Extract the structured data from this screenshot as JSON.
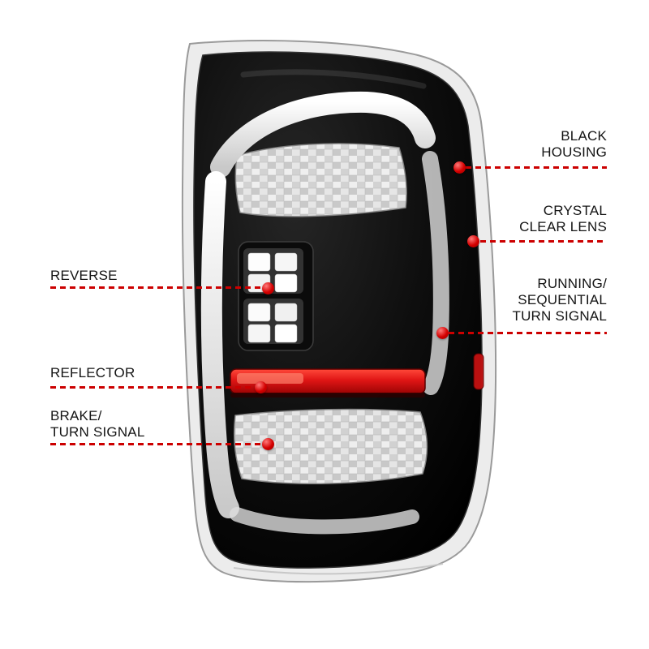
{
  "colors": {
    "callout_red": "#cc0000",
    "dot_red": "#d40000",
    "housing_black": "#0a0a0a",
    "reflector_red": "#d81414"
  },
  "product": {
    "name": "tail-light-assembly"
  },
  "callouts": {
    "left": [
      {
        "id": "reverse",
        "lines": [
          "REVERSE"
        ]
      },
      {
        "id": "reflector",
        "lines": [
          "REFLECTOR"
        ]
      },
      {
        "id": "brake-turn-signal",
        "lines": [
          "BRAKE/",
          "TURN SIGNAL"
        ]
      }
    ],
    "right": [
      {
        "id": "black-housing",
        "lines": [
          "BLACK",
          "HOUSING"
        ]
      },
      {
        "id": "crystal-clear-lens",
        "lines": [
          "CRYSTAL",
          "CLEAR LENS"
        ]
      },
      {
        "id": "running-sequential-turn-signal",
        "lines": [
          "RUNNING/",
          "SEQUENTIAL",
          "TURN SIGNAL"
        ]
      }
    ]
  }
}
